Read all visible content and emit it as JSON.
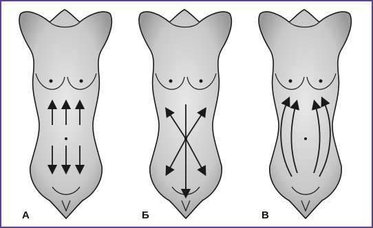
{
  "panels": [
    {
      "label": "А",
      "arrow_pattern": "vertical-parallel"
    },
    {
      "label": "Б",
      "arrow_pattern": "diagonal-cross"
    },
    {
      "label": "В",
      "arrow_pattern": "curved-upward-sides"
    }
  ],
  "colors": {
    "border": "#5a3fa0",
    "ink": "#1a1a1a",
    "skin_shade": "#9a9a9a",
    "background": "#ffffff"
  }
}
